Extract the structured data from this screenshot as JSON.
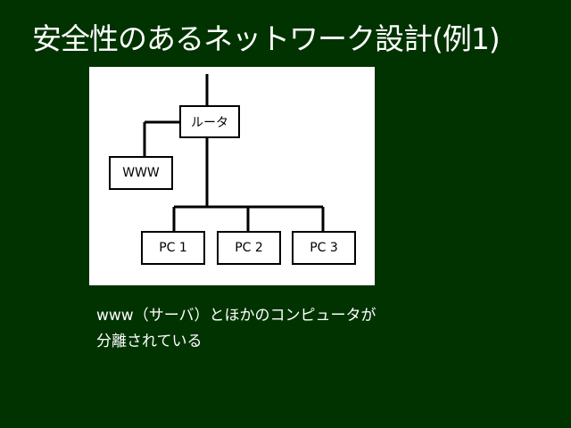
{
  "title": "安全性のあるネットワーク設計(例1)",
  "diagram": {
    "nodes": {
      "router": "ルータ",
      "www": "WWW",
      "pc1": "PC 1",
      "pc2": "PC 2",
      "pc3": "PC 3"
    }
  },
  "caption": {
    "line1": "www（サーバ）とほかのコンピュータが",
    "line2": "分離されている"
  },
  "colors": {
    "background": "#003300",
    "text": "#ffffff",
    "diagram_background": "#ffffff",
    "lines": "#000000"
  }
}
